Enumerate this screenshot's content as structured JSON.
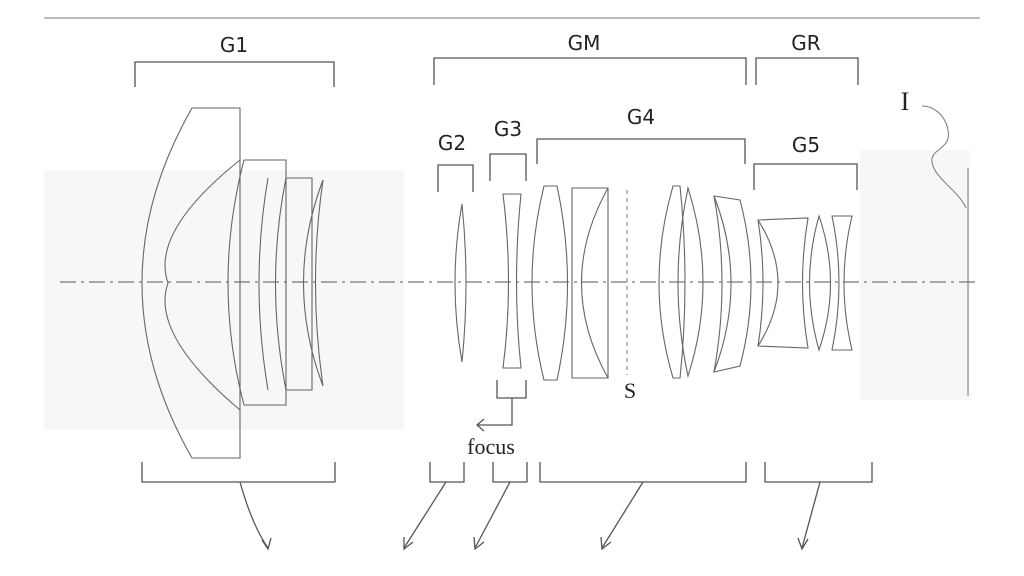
{
  "labels": {
    "g1": "G1",
    "gm": "GM",
    "gr": "GR",
    "g2": "G2",
    "g3": "G3",
    "g4": "G4",
    "g5": "G5",
    "image_plane": "I",
    "stop": "S",
    "focus": "focus"
  }
}
